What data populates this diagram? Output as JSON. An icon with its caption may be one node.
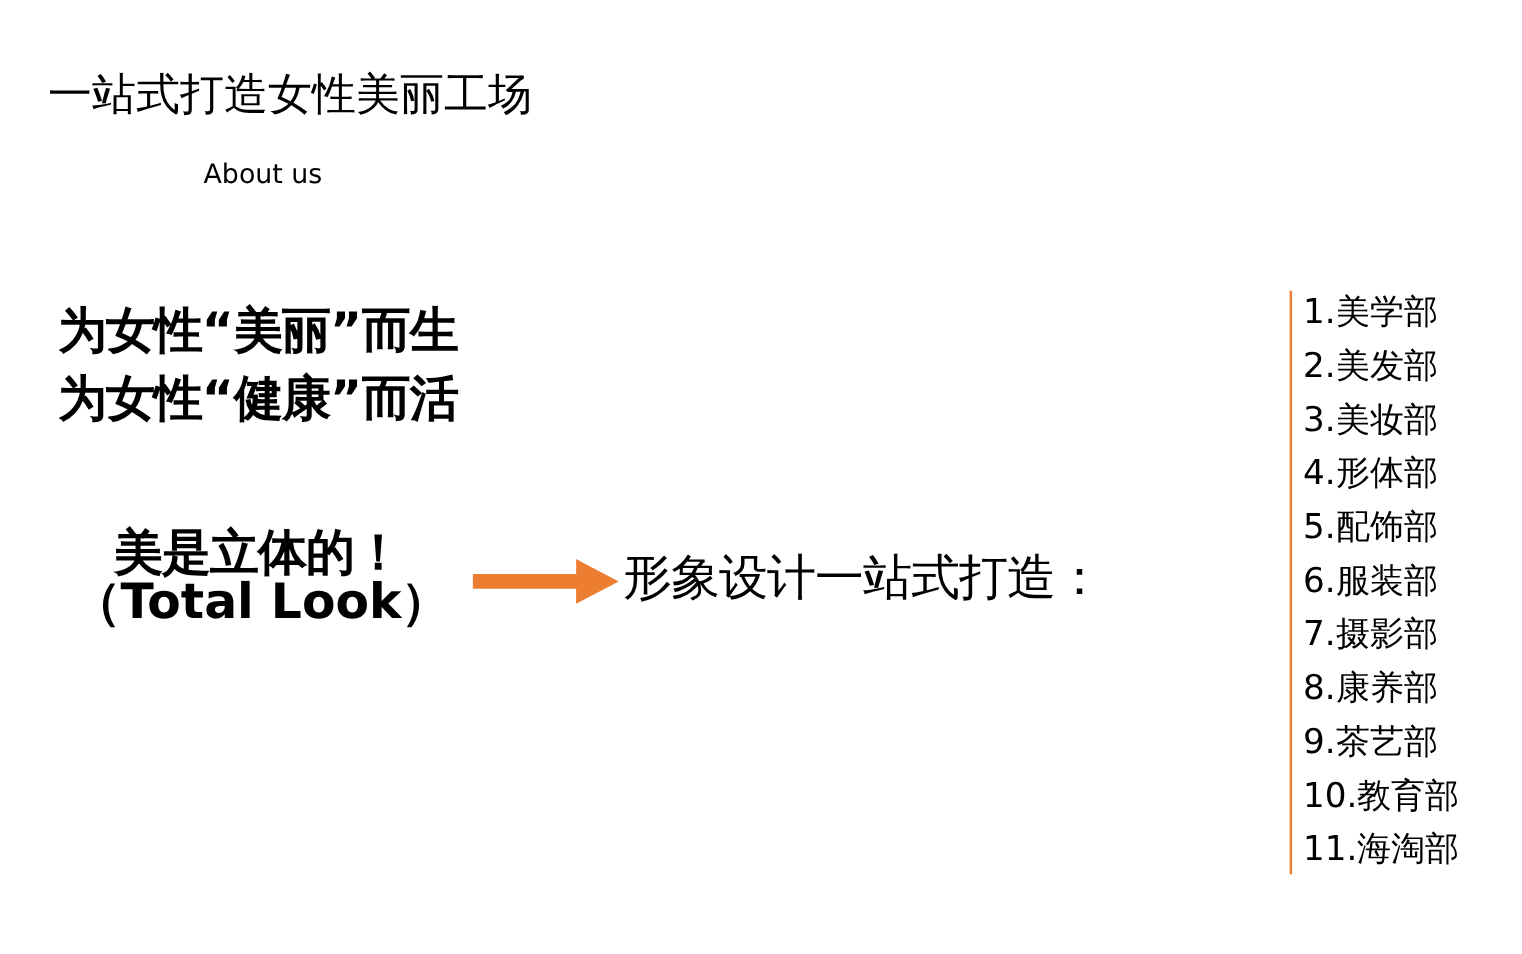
{
  "diagram": {
    "title": "一站式打造女性美丽工场",
    "nodes": [
      {
        "text": [
          "美是立体的！",
          "（Total Look）"
        ]
      },
      {
        "text": [
          "形象设计一站式打造："
        ]
      }
    ],
    "edges": [
      {
        "from": 0,
        "to": 1,
        "arrow": "to",
        "color": "#ed7d31"
      }
    ],
    "labels": [
      "About us",
      "为女性“美丽”而生",
      "为女性“健康”而活",
      "1.美学部",
      "2.美发部",
      "3.美妆部",
      "4.形体部",
      "5.配饰部",
      "6.服装部",
      "7.摄影部",
      "8.康养部",
      "9.茶艺部",
      "10.教育部",
      "11.海淘部"
    ]
  }
}
